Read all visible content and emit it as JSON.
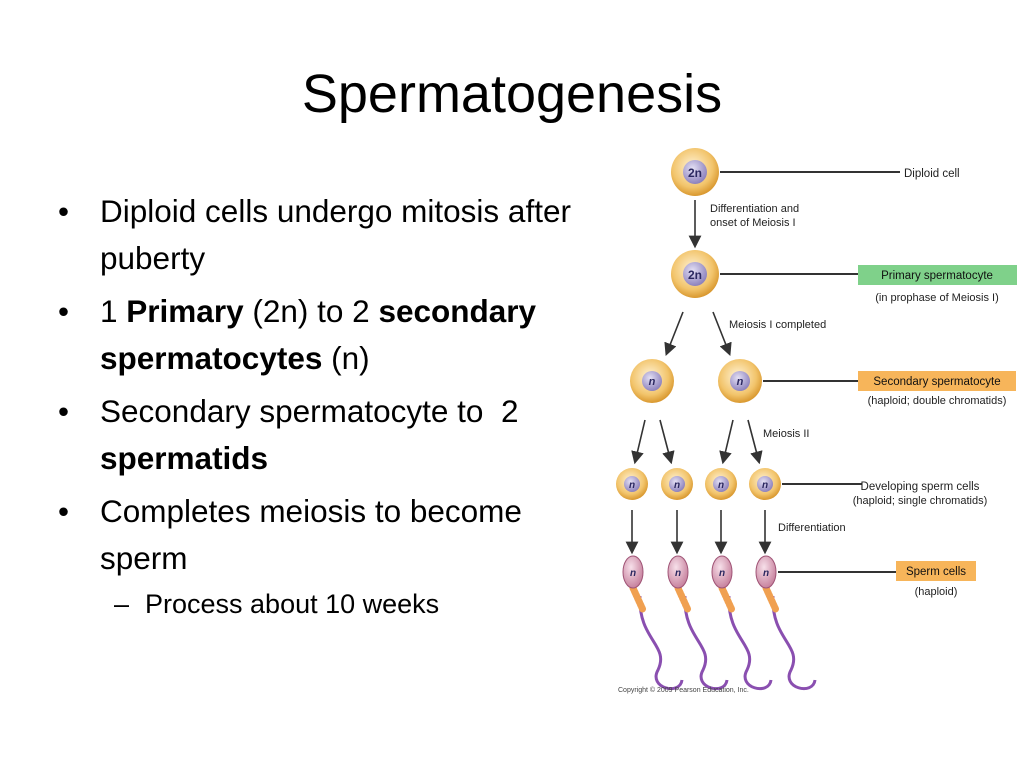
{
  "slide": {
    "title": "Spermatogenesis"
  },
  "bullets": [
    {
      "text": "Diploid cells undergo mitosis after puberty"
    },
    {
      "parts": [
        "1 ",
        "Primary",
        " (2n) to 2 ",
        "secondary spermatocytes",
        " (n)"
      ]
    },
    {
      "parts": [
        "Secondary spermatocyte to  2 ",
        "spermatids"
      ]
    },
    {
      "text": "Completes meiosis to become sperm"
    }
  ],
  "sub_bullet": {
    "text": "Process about 10 weeks"
  },
  "bullet_glyphs": {
    "bullet": "•",
    "dash": "–"
  },
  "diagram": {
    "ploidy": {
      "diploid": "2n",
      "haploid": "n"
    },
    "labels": {
      "diploid_cell": "Diploid cell",
      "primary_spermatocyte": "Primary spermatocyte",
      "primary_note": "(in prophase of Meiosis I)",
      "secondary_spermatocyte": "Secondary spermatocyte",
      "secondary_note": "(haploid; double chromatids)",
      "developing": "Developing sperm cells",
      "developing_note": "(haploid; single chromatids)",
      "sperm_cells": "Sperm cells",
      "sperm_note": "(haploid)"
    },
    "steps": {
      "differentiation_line1": "Differentiation and",
      "differentiation_line2": "onset of Meiosis I",
      "meiosis1": "Meiosis I completed",
      "meiosis2": "Meiosis II",
      "differentiation": "Differentiation"
    },
    "copyright": "Copyright © 2009 Pearson Education, Inc.",
    "colors": {
      "primary_box": "#7fd18a",
      "secondary_box": "#f7b55a",
      "sperm_box": "#f7b55a",
      "cell_outer": "#f2c46b",
      "nucleus": "#9c8fc6",
      "tail": "#8a4fb0",
      "midpiece": "#f0a050",
      "head": "#d9a3b8"
    }
  }
}
